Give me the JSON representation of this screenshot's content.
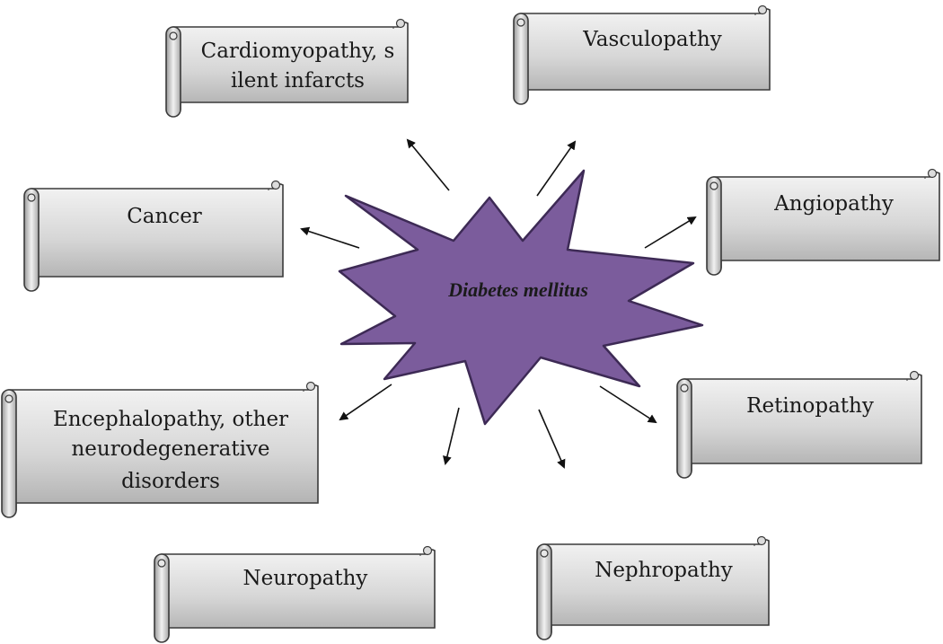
{
  "center": {
    "label": "Diabetes mellitus"
  },
  "scrolls": [
    {
      "id": "cardiomyopathy",
      "lines": [
        "Cardiomyopathy, s",
        "ilent infarcts"
      ]
    },
    {
      "id": "vasculopathy",
      "lines": [
        "Vasculopathy"
      ]
    },
    {
      "id": "cancer",
      "lines": [
        "Cancer"
      ]
    },
    {
      "id": "angiopathy",
      "lines": [
        "Angiopathy"
      ]
    },
    {
      "id": "encephalopathy",
      "lines": [
        "Encephalopathy, other",
        "neurodegenerative",
        "disorders"
      ]
    },
    {
      "id": "retinopathy",
      "lines": [
        "Retinopathy"
      ]
    },
    {
      "id": "neuropathy",
      "lines": [
        "Neuropathy"
      ]
    },
    {
      "id": "nephropathy",
      "lines": [
        "Nephropathy"
      ]
    }
  ],
  "colors": {
    "star_fill": "#7b5c9c",
    "star_stroke": "#3d2a55",
    "scroll_light": "#f2f2f2",
    "scroll_dark": "#b4b4b4",
    "scroll_stroke": "#3a3a3a",
    "arrow": "#111111"
  }
}
